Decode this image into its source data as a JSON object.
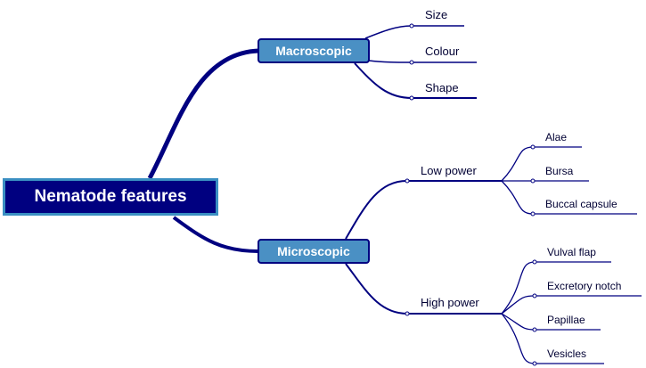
{
  "title": "Nematode features",
  "colors": {
    "root_fill": "#000080",
    "root_border": "#3a8fc2",
    "node_fill": "#4a90c4",
    "line": "#000080"
  },
  "branches": [
    {
      "label": "Macroscopic",
      "children": [
        {
          "label": "Size"
        },
        {
          "label": "Colour"
        },
        {
          "label": "Shape"
        }
      ]
    },
    {
      "label": "Microscopic",
      "children": [
        {
          "label": "Low power",
          "children": [
            {
              "label": "Alae"
            },
            {
              "label": "Bursa"
            },
            {
              "label": "Buccal capsule"
            }
          ]
        },
        {
          "label": "High power",
          "children": [
            {
              "label": "Vulval flap"
            },
            {
              "label": "Excretory notch"
            },
            {
              "label": "Papillae"
            },
            {
              "label": "Vesicles"
            }
          ]
        }
      ]
    }
  ]
}
